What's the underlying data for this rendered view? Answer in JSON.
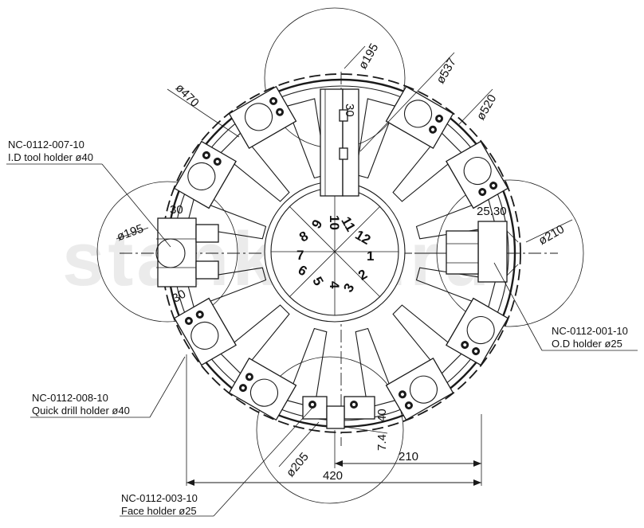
{
  "watermark": "stankoff.ru",
  "callouts": {
    "id_holder": {
      "code": "NC-0112-007-10",
      "desc": "I.D tool holder ø40"
    },
    "od_holder": {
      "code": "NC-0112-001-10",
      "desc": "O.D holder ø25"
    },
    "drill_holder": {
      "code": "NC-0112-008-10",
      "desc": "Quick drill holder ø40"
    },
    "face_holder": {
      "code": "NC-0112-003-10",
      "desc": "Face holder ø25"
    }
  },
  "dimensions": {
    "d195_top": "ø195",
    "d537": "ø537",
    "d520": "ø520",
    "d470": "ø470",
    "d195_left": "ø195",
    "d210_right": "ø210",
    "d205": "ø205",
    "w30_top": "30",
    "w30_left_top": "30",
    "w30_left_bottom": "30",
    "w25_30": "25.30",
    "w40": "40",
    "w7_4": "7.4",
    "len210": "210",
    "len420": "420"
  },
  "stations": [
    "1",
    "2",
    "3",
    "4",
    "5",
    "6",
    "7",
    "8",
    "9",
    "10",
    "11",
    "12"
  ]
}
